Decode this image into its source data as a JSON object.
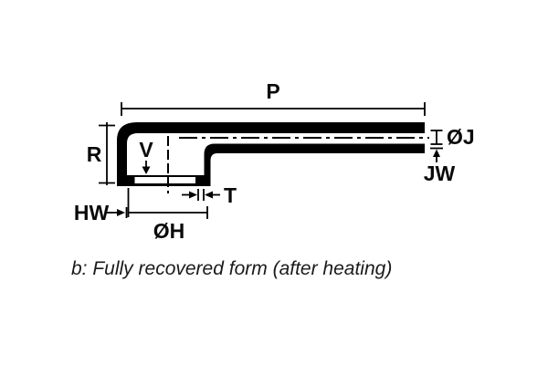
{
  "diagram": {
    "caption": "b: Fully recovered form (after heating)",
    "labels": {
      "p": "P",
      "r": "R",
      "v": "V",
      "t": "T",
      "hw": "HW",
      "h_diameter": "ØH",
      "j_diameter": "ØJ",
      "jw": "JW"
    },
    "colors": {
      "ink": "#000000",
      "background": "#ffffff"
    }
  }
}
